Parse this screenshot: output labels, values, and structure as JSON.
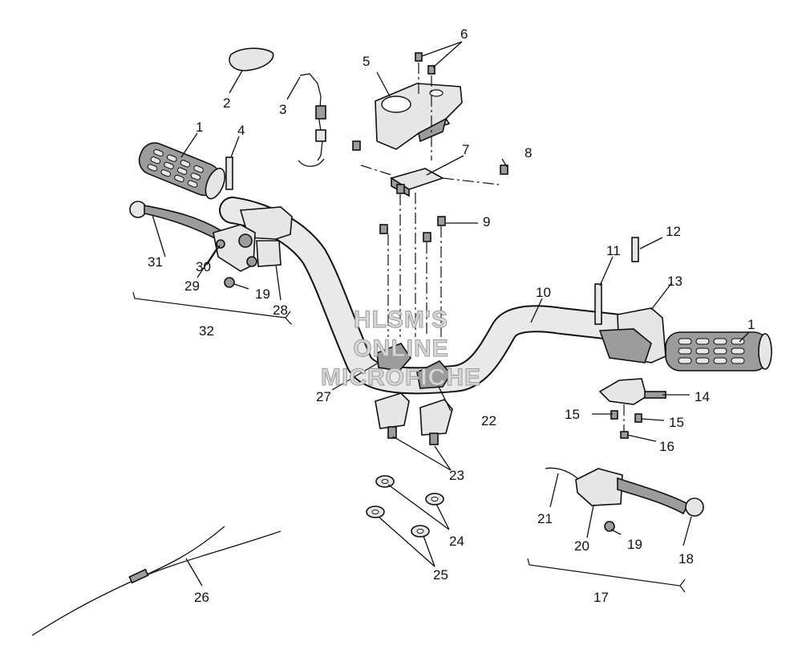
{
  "watermark": {
    "line1": "HLSM'S",
    "line2": "ONLINE",
    "line3": "MICROFICHE"
  },
  "callouts": {
    "c1_left": "1",
    "c1_right": "1",
    "c2": "2",
    "c3": "3",
    "c4": "4",
    "c5": "5",
    "c6": "6",
    "c7": "7",
    "c8": "8",
    "c9": "9",
    "c10": "10",
    "c11": "11",
    "c12": "12",
    "c13": "13",
    "c14": "14",
    "c15_left": "15",
    "c15_right": "15",
    "c16": "16",
    "c17": "17",
    "c18": "18",
    "c19_left": "19",
    "c19_right": "19",
    "c20": "20",
    "c21": "21",
    "c22": "22",
    "c23": "23",
    "c24": "24",
    "c25": "25",
    "c26": "26",
    "c27": "27",
    "c28": "28",
    "c29": "29",
    "c30": "30",
    "c31": "31",
    "c32": "32"
  }
}
